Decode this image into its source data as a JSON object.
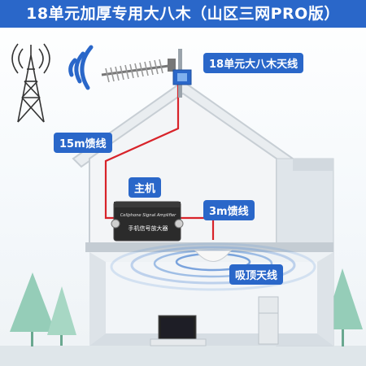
{
  "title": "18单元加厚专用大八木（山区三网PRO版）",
  "labels": {
    "antenna": "18单元大八木天线",
    "feeder_15m": "15m馈线",
    "host": "主机",
    "feeder_3m": "3m馈线",
    "ceiling_antenna": "吸顶天线"
  },
  "amplifier": {
    "line1": "Cellphone Signal Amplifier",
    "line2": "手机信号放大器"
  },
  "colors": {
    "brand_blue": "#2a67c9",
    "cable_red": "#d8232a",
    "wall": "#c9d1d8",
    "ground_green": "#8fc8b4"
  }
}
